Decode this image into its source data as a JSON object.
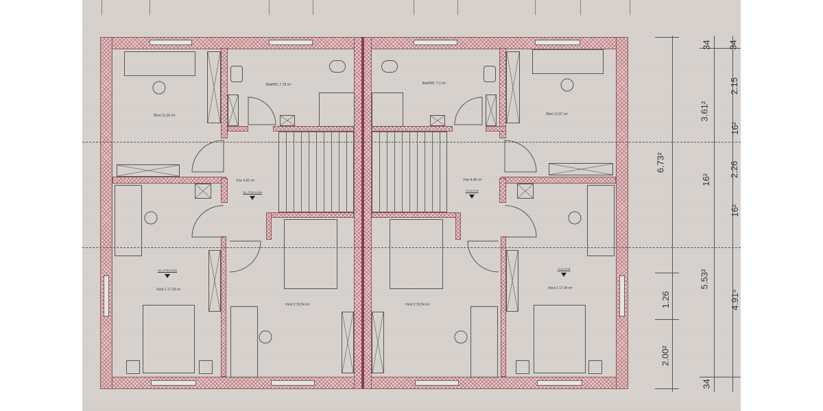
{
  "drawing": {
    "type": "floor plan (semi-detached house, upper floor)",
    "colors": {
      "wall_fill": "#e6c9c9",
      "wall_hatch": "#96464f",
      "party_wall": "#8a3a5c",
      "paper": "#d9d3cf",
      "line": "#555555"
    }
  },
  "rooms": {
    "left_office": "Büro 11,32 m²",
    "left_bath": "Bad/WC 7,78 m²",
    "left_hall": "Flur 4,81 m²",
    "left_hall_level": "OK_FFB+2,900",
    "left_kid1": "Kind 1 17,34 m²",
    "left_kid1_level": "OK_FFB+2,900",
    "left_kid2": "Kind 2 15,54 m²",
    "right_bath": "Bad/WC 7,1 m²",
    "right_office": "Büro 11,07 m²",
    "right_hall": "Flur 4,45 m²",
    "right_hall_level": "+2,90 FFB",
    "right_kid2": "Kind 2 15,54 m²",
    "right_kid1": "Kind 1 17,34 m²",
    "right_kid1_level": "+2,90 FFB"
  },
  "dimensions": {
    "col1": {
      "total": "6.73²",
      "bottom_a": "2.00²",
      "bottom_b": "1.26"
    },
    "col2": {
      "top_wall": "34",
      "upper": "3.61²",
      "mid_wall": "16²",
      "lower": "5.53²",
      "bottom_wall": "34"
    },
    "col3": {
      "top_wall": "34",
      "a": "2.15",
      "b": "16²",
      "c": "2.26",
      "d": "16²",
      "e": "4.91⁵"
    }
  }
}
